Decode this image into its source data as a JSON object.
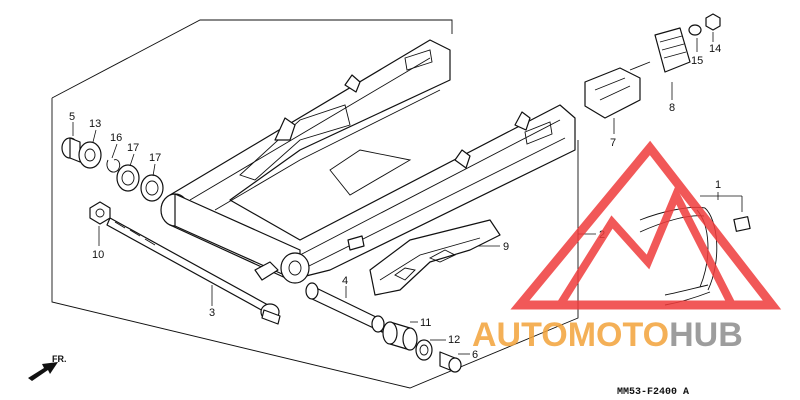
{
  "callouts": [
    {
      "id": "c1",
      "text": "1"
    },
    {
      "id": "c2",
      "text": "2"
    },
    {
      "id": "c3",
      "text": "3"
    },
    {
      "id": "c4",
      "text": "4"
    },
    {
      "id": "c5",
      "text": "5"
    },
    {
      "id": "c6",
      "text": "6"
    },
    {
      "id": "c7",
      "text": "7"
    },
    {
      "id": "c8",
      "text": "8"
    },
    {
      "id": "c9",
      "text": "9"
    },
    {
      "id": "c10",
      "text": "10"
    },
    {
      "id": "c11",
      "text": "11"
    },
    {
      "id": "c12",
      "text": "12"
    },
    {
      "id": "c13",
      "text": "13"
    },
    {
      "id": "c14",
      "text": "14"
    },
    {
      "id": "c15",
      "text": "15"
    },
    {
      "id": "c16",
      "text": "16"
    },
    {
      "id": "c17a",
      "text": "17"
    },
    {
      "id": "c17b",
      "text": "17"
    }
  ],
  "diagram_code": "MM53-F2400 A",
  "direction_label": "FR.",
  "watermark": {
    "part1": "AUTO",
    "part2": "MOTO",
    "part3": "HUB",
    "color_orange": "#f3a33a",
    "color_gray": "#8c8c8c",
    "color_red": "#ef3b3b"
  }
}
